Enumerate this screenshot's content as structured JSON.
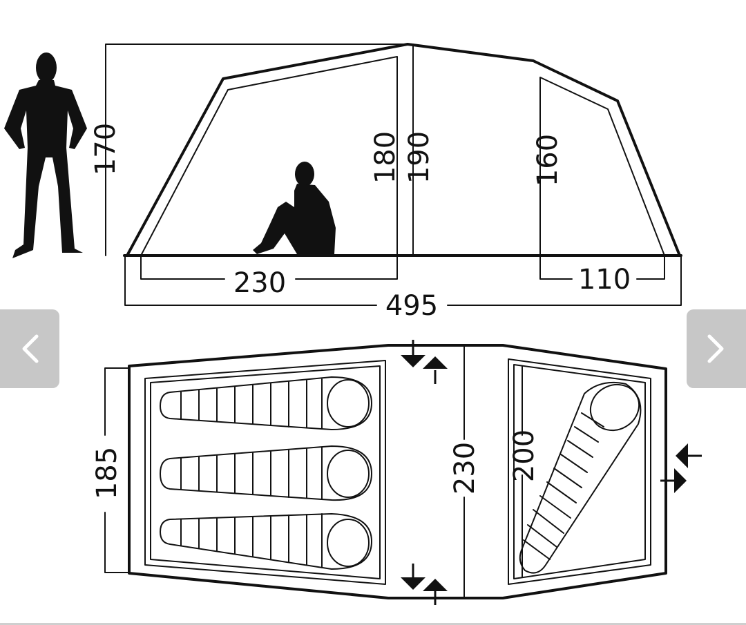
{
  "side_view": {
    "dims": {
      "person_height": "170",
      "inner_height_left": "180",
      "outer_height": "190",
      "inner_height_right": "160",
      "inner_length_left": "230",
      "total_length": "495",
      "inner_length_right": "110"
    }
  },
  "floor_plan": {
    "dims": {
      "end_width": "185",
      "center_width": "230",
      "inner_width_right": "200"
    }
  },
  "navigation": {
    "prev_icon": "chevron-left-icon",
    "next_icon": "chevron-right-icon"
  },
  "colors": {
    "ink": "#111111",
    "nav_button": "#c7c7c7",
    "nav_arrow": "#ffffff"
  }
}
